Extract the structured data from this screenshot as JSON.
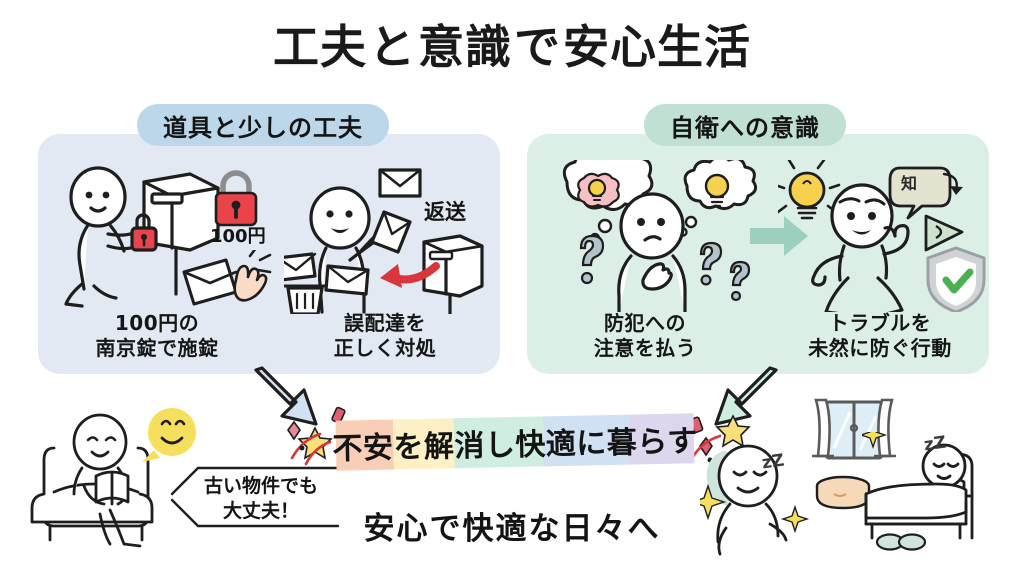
{
  "title": {
    "full": "工夫と意識で安心生活",
    "segments": [
      {
        "text": "工夫",
        "highlight": "#f7dcc4"
      },
      {
        "text": "と",
        "highlight": "none"
      },
      {
        "text": "意識",
        "highlight": "#c9e8d4"
      },
      {
        "text": "で",
        "highlight": "none"
      },
      {
        "text": "安心生活",
        "highlight": "#c4dced"
      }
    ]
  },
  "panels": {
    "left": {
      "header": "道具と少しの工夫",
      "background": "#e2e9f3",
      "pill_color": "#bcd7ea",
      "scenes": [
        {
          "caption_line1": "100円の",
          "caption_line2": "南京錠で施錠",
          "icons": [
            "person-locking-mailbox",
            "mailbox",
            "red-padlock",
            "envelope-with-hand"
          ],
          "price_label": "100円"
        },
        {
          "caption_line1": "誤配達を",
          "caption_line2": "正しく対処",
          "icons": [
            "person-with-letters",
            "trash-can",
            "envelope",
            "mailbox",
            "red-return-arrow"
          ],
          "arrow_label": "返送"
        }
      ]
    },
    "right": {
      "header": "自衛への意識",
      "background": "#dcefe7",
      "pill_color": "#bfe0d2",
      "scenes": [
        {
          "caption_line1": "防犯への",
          "caption_line2": "注意を払う",
          "icons": [
            "thinking-person",
            "brain-thought-bubble",
            "lightbulb-thought-bubble",
            "question-mark"
          ]
        },
        {
          "caption_line1": "トラブルを",
          "caption_line2": "未然に防ぐ行動",
          "icons": [
            "confident-person",
            "lightbulb",
            "knowledge-speech-bubble",
            "play-arrow",
            "shield-check"
          ],
          "bubble_char": "知"
        }
      ],
      "transition_arrow": "green-right-arrow"
    }
  },
  "bottom": {
    "banner_text": "不安を解消し快適に暮らす",
    "banner_colors": [
      "#f8cfb6",
      "#fdf0c4",
      "#cfeee0",
      "#cfe1f2",
      "#ddd7ee"
    ],
    "tagline": "安心で快適な日々へ",
    "speech_note_line1": "古い物件でも",
    "speech_note_line2": "大丈夫！",
    "sleep_marks": [
      "zZ",
      "zZ"
    ],
    "icons": [
      "person-reading-in-armchair",
      "smiley-speech-bubble",
      "relaxed-person",
      "window",
      "cushion",
      "bed-with-sleeping-person",
      "slippers",
      "blue-down-arrow",
      "green-down-arrow",
      "confetti"
    ]
  }
}
